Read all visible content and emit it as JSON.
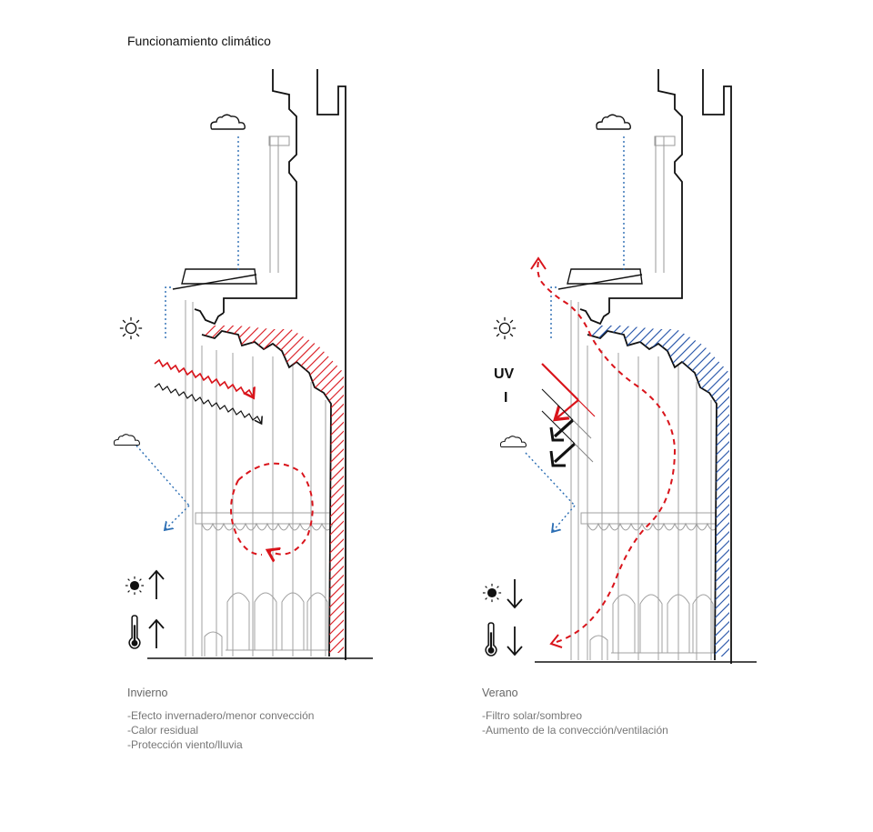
{
  "title": "Funcionamiento climático",
  "colors": {
    "warm": "#d9141b",
    "cool": "#1f4fa6",
    "rain": "#2a6db3",
    "line": "#111111",
    "grey": "#9a9a9a"
  },
  "icons": [
    "cloud-icon",
    "sun-outline-icon",
    "sun-filled-icon",
    "thermometer-icon",
    "arrow-up-icon",
    "arrow-down-icon"
  ],
  "winter": {
    "season": "Invierno",
    "notes": [
      "-Efecto invernadero/menor convección",
      "-Calor residual",
      "-Protección viento/lluvia"
    ]
  },
  "summer": {
    "season": "Verano",
    "uv_label": "UV",
    "i_label": "I",
    "notes": [
      "-Filtro solar/sombreo",
      "-Aumento de la convección/ventilación"
    ]
  }
}
